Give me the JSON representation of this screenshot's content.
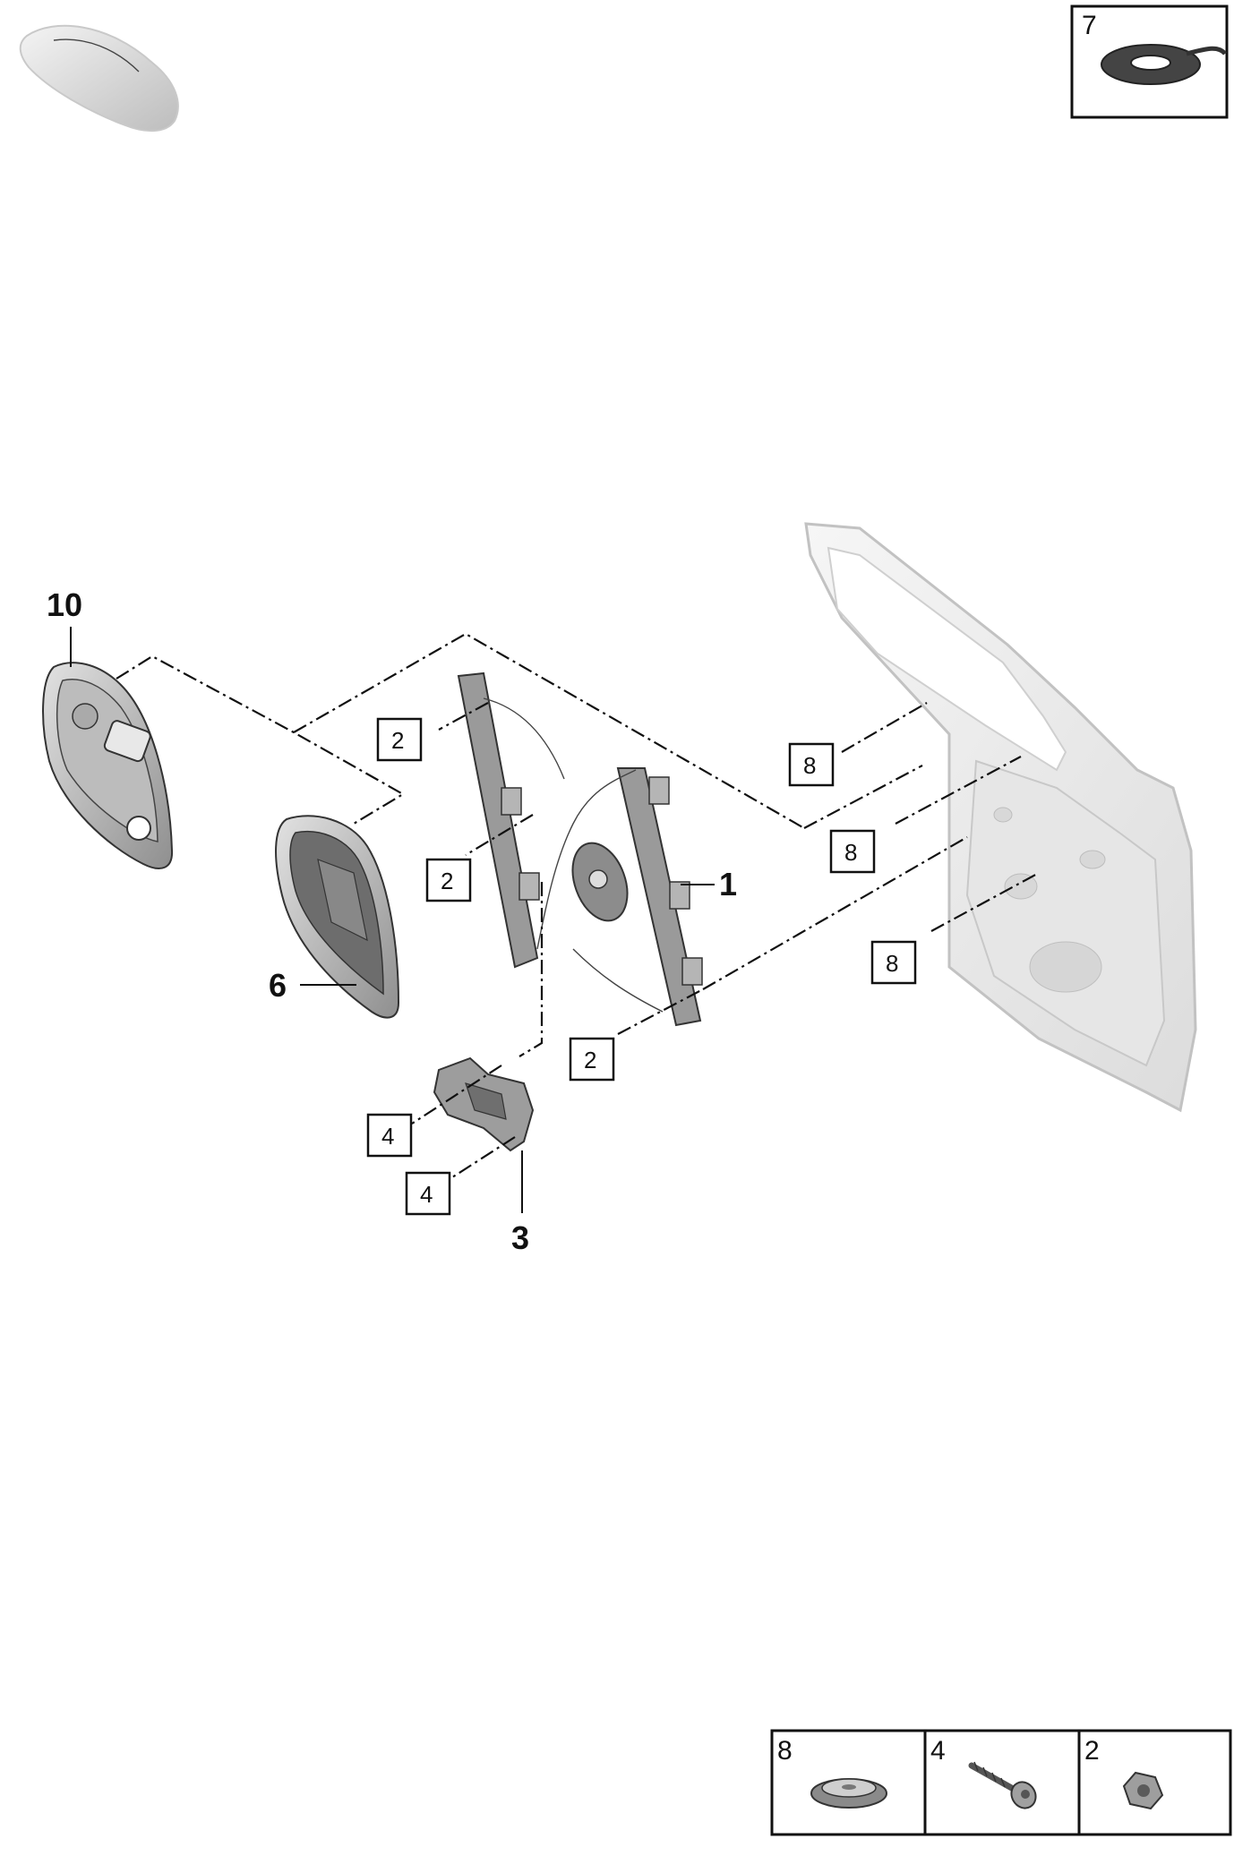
{
  "callouts": {
    "part_1": "1",
    "part_3": "3",
    "part_6": "6",
    "part_10": "10",
    "box_2a": "2",
    "box_2b": "2",
    "box_2c": "2",
    "box_4a": "4",
    "box_4b": "4",
    "box_8a": "8",
    "box_8b": "8",
    "box_8c": "8"
  },
  "inset_top_right": {
    "number": "7"
  },
  "legend": [
    {
      "number": "8"
    },
    {
      "number": "4"
    },
    {
      "number": "2"
    }
  ],
  "colors": {
    "line": "#111111",
    "part_fill": "#d9d9d9",
    "door_fill": "#eeeeee"
  }
}
